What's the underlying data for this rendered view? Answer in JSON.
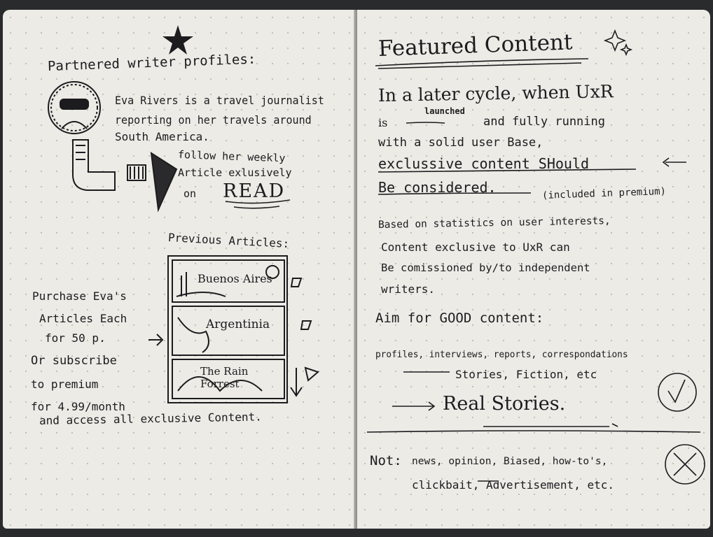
{
  "left_page": {
    "title": "Partnered writer profiles:",
    "bio": [
      "Eva Rivers is a travel journalist",
      "reporting on her travels around",
      "South America."
    ],
    "follow": [
      "follow her weekly",
      "Article exlusively",
      "on"
    ],
    "read_label": "READ",
    "previous_heading": "Previous Articles:",
    "articles": [
      "Buenos Aires",
      "Argentinia",
      "The Rain Forrest"
    ],
    "purchase": [
      "Purchase Eva's",
      "Articles Each",
      "for  50 p.",
      "Or subscribe",
      "to premium",
      "for  4.99/month",
      "and access all exclusive Content."
    ]
  },
  "right_page": {
    "title": "Featured Content",
    "intro": [
      "In a later cycle, when UxR",
      "is",
      "launched",
      "and fully running",
      "with a solid user Base,",
      "exclussive content SHould",
      "Be considered.",
      "(included in premium)"
    ],
    "stats": [
      "Based on statistics on user interests,",
      "Content exclusive to UxR can",
      "Be comissioned by/to independent",
      "writers."
    ],
    "aim": "Aim for GOOD content:",
    "types": [
      "profiles, interviews, reports, correspondations",
      "Stories, Fiction, etc"
    ],
    "real": "Real Stories.",
    "not_label": "Not:",
    "not_items": [
      "news, opinion, Biased, how-to's,",
      "clickbait, Advertisement, etc."
    ]
  }
}
